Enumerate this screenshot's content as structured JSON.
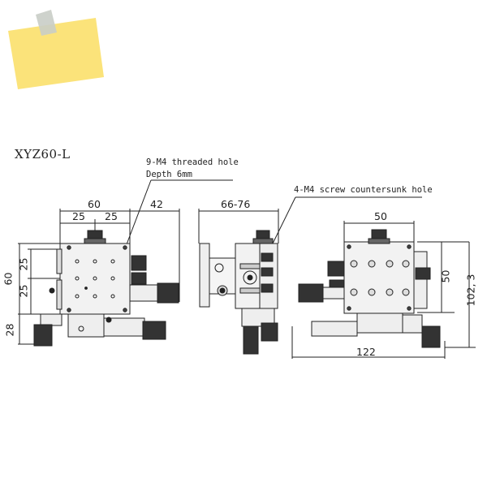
{
  "model": "XYZ60-L",
  "notes": {
    "threaded_hole_line1": "9-M4 threaded hole",
    "threaded_hole_line2": "Depth 6mm",
    "countersunk": "4-M4 screw countersunk hole"
  },
  "dims": {
    "top_width": "60",
    "top_half_left": "25",
    "top_half_right": "25",
    "top_right_offset": "42",
    "left_height": "60",
    "left_upper": "25",
    "left_lower": "25",
    "left_bottom": "28",
    "side_range": "66-76",
    "right_top": "50",
    "right_side": "50",
    "right_total_height": "102, 3",
    "right_width": "122"
  },
  "colors": {
    "sticky_note": "#fbe37a",
    "tape": "#c9cdc6",
    "line": "#222222",
    "body_fill": "#f2f2f2"
  }
}
